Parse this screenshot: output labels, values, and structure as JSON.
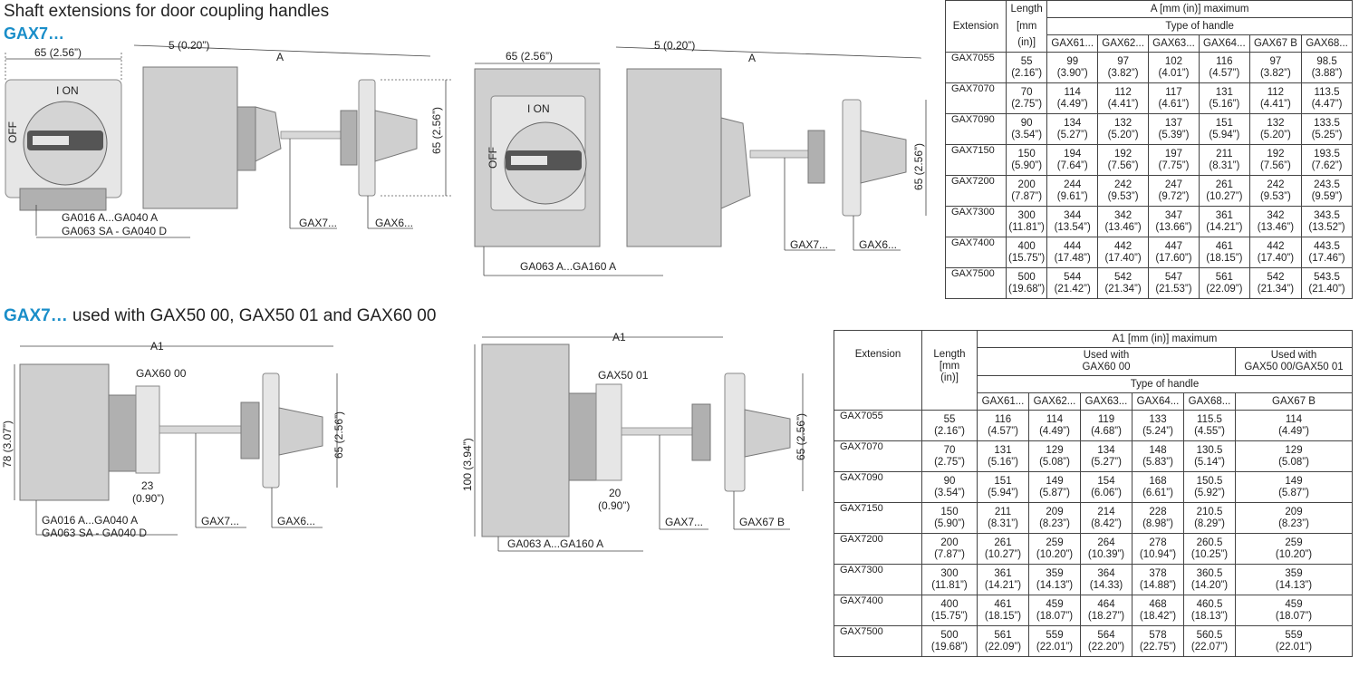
{
  "page": {
    "title": "Shaft extensions for door coupling handles",
    "subtitle": "GAX7…",
    "section2_prefix": "GAX7…",
    "section2_suffix": " used with GAX50 00, GAX50 01 and GAX60 00"
  },
  "diagram1": {
    "dim_width": "65 (2.56”)",
    "dim_gap": "5 (0.20”)",
    "dim_a": "A",
    "dim_height": "65 (2.56”)",
    "switch_label": "I ON",
    "off_label": "OFF",
    "label_models_1": "GA016 A...GA040 A",
    "label_models_2": "GA063 SA - GA040 D",
    "label_ext": "GAX7...",
    "label_handle": "GAX6..."
  },
  "diagram2": {
    "dim_width": "65 (2.56”)",
    "dim_gap": "5 (0.20”)",
    "dim_a": "A",
    "dim_height": "65 (2.56”)",
    "switch_label": "I ON",
    "off_label": "OFF",
    "label_models": "GA063 A...GA160 A",
    "label_ext": "GAX7...",
    "label_handle": "GAX6..."
  },
  "diagram3": {
    "dim_a1": "A1",
    "dim_height_left": "78 (3.07”)",
    "dim_height_right": "65 (2.56”)",
    "dim_depth_1": "23",
    "dim_depth_2": "(0.90”)",
    "label_adapter": "GAX60 00",
    "label_models_1": "GA016 A...GA040 A",
    "label_models_2": "GA063 SA - GA040 D",
    "label_ext": "GAX7...",
    "label_handle": "GAX6..."
  },
  "diagram4": {
    "dim_a1": "A1",
    "dim_height_left": "100 (3.94”)",
    "dim_height_right": "65 (2.56”)",
    "dim_depth_1": "20",
    "dim_depth_2": "(0.90”)",
    "label_adapter": "GAX50 01",
    "label_models": "GA063 A...GA160 A",
    "label_ext": "GAX7...",
    "label_handle": "GAX67 B"
  },
  "table1": {
    "h_extension": "Extension",
    "h_length_1": "Length",
    "h_length_2": "[mm",
    "h_length_3": "(in)]",
    "h_a": "A [mm (in)] maximum",
    "h_type": "Type of handle",
    "handles": [
      "GAX61...",
      "GAX62...",
      "GAX63...",
      "GAX64...",
      "GAX67 B",
      "GAX68..."
    ],
    "rows": [
      {
        "ext": "GAX7055",
        "len": "55",
        "len_in": "(2.16”)",
        "vals": [
          [
            "99",
            "(3.90”)"
          ],
          [
            "97",
            "(3.82”)"
          ],
          [
            "102",
            "(4.01”)"
          ],
          [
            "116",
            "(4.57”)"
          ],
          [
            "97",
            "(3.82”)"
          ],
          [
            "98.5",
            "(3.88”)"
          ]
        ]
      },
      {
        "ext": "GAX7070",
        "len": "70",
        "len_in": "(2.75”)",
        "vals": [
          [
            "114",
            "(4.49”)"
          ],
          [
            "112",
            "(4.41”)"
          ],
          [
            "117",
            "(4.61”)"
          ],
          [
            "131",
            "(5.16”)"
          ],
          [
            "112",
            "(4.41”)"
          ],
          [
            "113.5",
            "(4.47”)"
          ]
        ]
      },
      {
        "ext": "GAX7090",
        "len": "90",
        "len_in": "(3.54”)",
        "vals": [
          [
            "134",
            "(5.27”)"
          ],
          [
            "132",
            "(5.20”)"
          ],
          [
            "137",
            "(5.39”)"
          ],
          [
            "151",
            "(5.94”)"
          ],
          [
            "132",
            "(5.20”)"
          ],
          [
            "133.5",
            "(5.25”)"
          ]
        ]
      },
      {
        "ext": "GAX7150",
        "len": "150",
        "len_in": "(5.90”)",
        "vals": [
          [
            "194",
            "(7.64”)"
          ],
          [
            "192",
            "(7.56”)"
          ],
          [
            "197",
            "(7.75”)"
          ],
          [
            "211",
            "(8.31”)"
          ],
          [
            "192",
            "(7.56”)"
          ],
          [
            "193.5",
            "(7.62”)"
          ]
        ]
      },
      {
        "ext": "GAX7200",
        "len": "200",
        "len_in": "(7.87”)",
        "vals": [
          [
            "244",
            "(9.61”)"
          ],
          [
            "242",
            "(9.53”)"
          ],
          [
            "247",
            "(9.72”)"
          ],
          [
            "261",
            "(10.27”)"
          ],
          [
            "242",
            "(9.53”)"
          ],
          [
            "243.5",
            "(9.59”)"
          ]
        ]
      },
      {
        "ext": "GAX7300",
        "len": "300",
        "len_in": "(11.81”)",
        "vals": [
          [
            "344",
            "(13.54”)"
          ],
          [
            "342",
            "(13.46”)"
          ],
          [
            "347",
            "(13.66”)"
          ],
          [
            "361",
            "(14.21”)"
          ],
          [
            "342",
            "(13.46”)"
          ],
          [
            "343.5",
            "(13.52”)"
          ]
        ]
      },
      {
        "ext": "GAX7400",
        "len": "400",
        "len_in": "(15.75”)",
        "vals": [
          [
            "444",
            "(17.48”)"
          ],
          [
            "442",
            "(17.40”)"
          ],
          [
            "447",
            "(17.60”)"
          ],
          [
            "461",
            "(18.15”)"
          ],
          [
            "442",
            "(17.40”)"
          ],
          [
            "443.5",
            "(17.46”)"
          ]
        ]
      },
      {
        "ext": "GAX7500",
        "len": "500",
        "len_in": "(19.68”)",
        "vals": [
          [
            "544",
            "(21.42”)"
          ],
          [
            "542",
            "(21.34”)"
          ],
          [
            "547",
            "(21.53”)"
          ],
          [
            "561",
            "(22.09”)"
          ],
          [
            "542",
            "(21.34”)"
          ],
          [
            "543.5",
            "(21.40”)"
          ]
        ]
      }
    ]
  },
  "table2": {
    "h_extension": "Extension",
    "h_length_1": "Length",
    "h_length_2": "[mm",
    "h_length_3": "(in)]",
    "h_a1": "A1 [mm (in)] maximum",
    "h_used_60_1": "Used with",
    "h_used_60_2": "GAX60 00",
    "h_used_50_1": "Used with",
    "h_used_50_2": "GAX50 00/GAX50 01",
    "h_type": "Type of handle",
    "handles": [
      "GAX61...",
      "GAX62...",
      "GAX63...",
      "GAX64...",
      "GAX68...",
      "GAX67 B"
    ],
    "rows": [
      {
        "ext": "GAX7055",
        "len": "55",
        "len_in": "(2.16”)",
        "vals": [
          [
            "116",
            "(4.57”)"
          ],
          [
            "114",
            "(4.49”)"
          ],
          [
            "119",
            "(4.68”)"
          ],
          [
            "133",
            "(5.24”)"
          ],
          [
            "115.5",
            "(4.55”)"
          ],
          [
            "114",
            "(4.49”)"
          ]
        ]
      },
      {
        "ext": "GAX7070",
        "len": "70",
        "len_in": "(2.75”)",
        "vals": [
          [
            "131",
            "(5.16”)"
          ],
          [
            "129",
            "(5.08”)"
          ],
          [
            "134",
            "(5.27”)"
          ],
          [
            "148",
            "(5.83”)"
          ],
          [
            "130.5",
            "(5.14”)"
          ],
          [
            "129",
            "(5.08”)"
          ]
        ]
      },
      {
        "ext": "GAX7090",
        "len": "90",
        "len_in": "(3.54”)",
        "vals": [
          [
            "151",
            "(5.94”)"
          ],
          [
            "149",
            "(5.87”)"
          ],
          [
            "154",
            "(6.06”)"
          ],
          [
            "168",
            "(6.61”)"
          ],
          [
            "150.5",
            "(5.92”)"
          ],
          [
            "149",
            "(5.87”)"
          ]
        ]
      },
      {
        "ext": "GAX7150",
        "len": "150",
        "len_in": "(5.90”)",
        "vals": [
          [
            "211",
            "(8.31”)"
          ],
          [
            "209",
            "(8.23”)"
          ],
          [
            "214",
            "(8.42”)"
          ],
          [
            "228",
            "(8.98”)"
          ],
          [
            "210.5",
            "(8.29”)"
          ],
          [
            "209",
            "(8.23”)"
          ]
        ]
      },
      {
        "ext": "GAX7200",
        "len": "200",
        "len_in": "(7.87”)",
        "vals": [
          [
            "261",
            "(10.27”)"
          ],
          [
            "259",
            "(10.20”)"
          ],
          [
            "264",
            "(10.39”)"
          ],
          [
            "278",
            "(10.94”)"
          ],
          [
            "260.5",
            "(10.25”)"
          ],
          [
            "259",
            "(10.20”)"
          ]
        ]
      },
      {
        "ext": "GAX7300",
        "len": "300",
        "len_in": "(11.81”)",
        "vals": [
          [
            "361",
            "(14.21”)"
          ],
          [
            "359",
            "(14.13”)"
          ],
          [
            "364",
            "(14.33)"
          ],
          [
            "378",
            "(14.88”)"
          ],
          [
            "360.5",
            "(14.20”)"
          ],
          [
            "359",
            "(14.13”)"
          ]
        ]
      },
      {
        "ext": "GAX7400",
        "len": "400",
        "len_in": "(15.75”)",
        "vals": [
          [
            "461",
            "(18.15”)"
          ],
          [
            "459",
            "(18.07”)"
          ],
          [
            "464",
            "(18.27”)"
          ],
          [
            "468",
            "(18.42”)"
          ],
          [
            "460.5",
            "(18.13”)"
          ],
          [
            "459",
            "(18.07”)"
          ]
        ]
      },
      {
        "ext": "GAX7500",
        "len": "500",
        "len_in": "(19.68”)",
        "vals": [
          [
            "561",
            "(22.09”)"
          ],
          [
            "559",
            "(22.01”)"
          ],
          [
            "564",
            "(22.20”)"
          ],
          [
            "578",
            "(22.75”)"
          ],
          [
            "560.5",
            "(22.07”)"
          ],
          [
            "559",
            "(22.01”)"
          ]
        ]
      }
    ]
  }
}
